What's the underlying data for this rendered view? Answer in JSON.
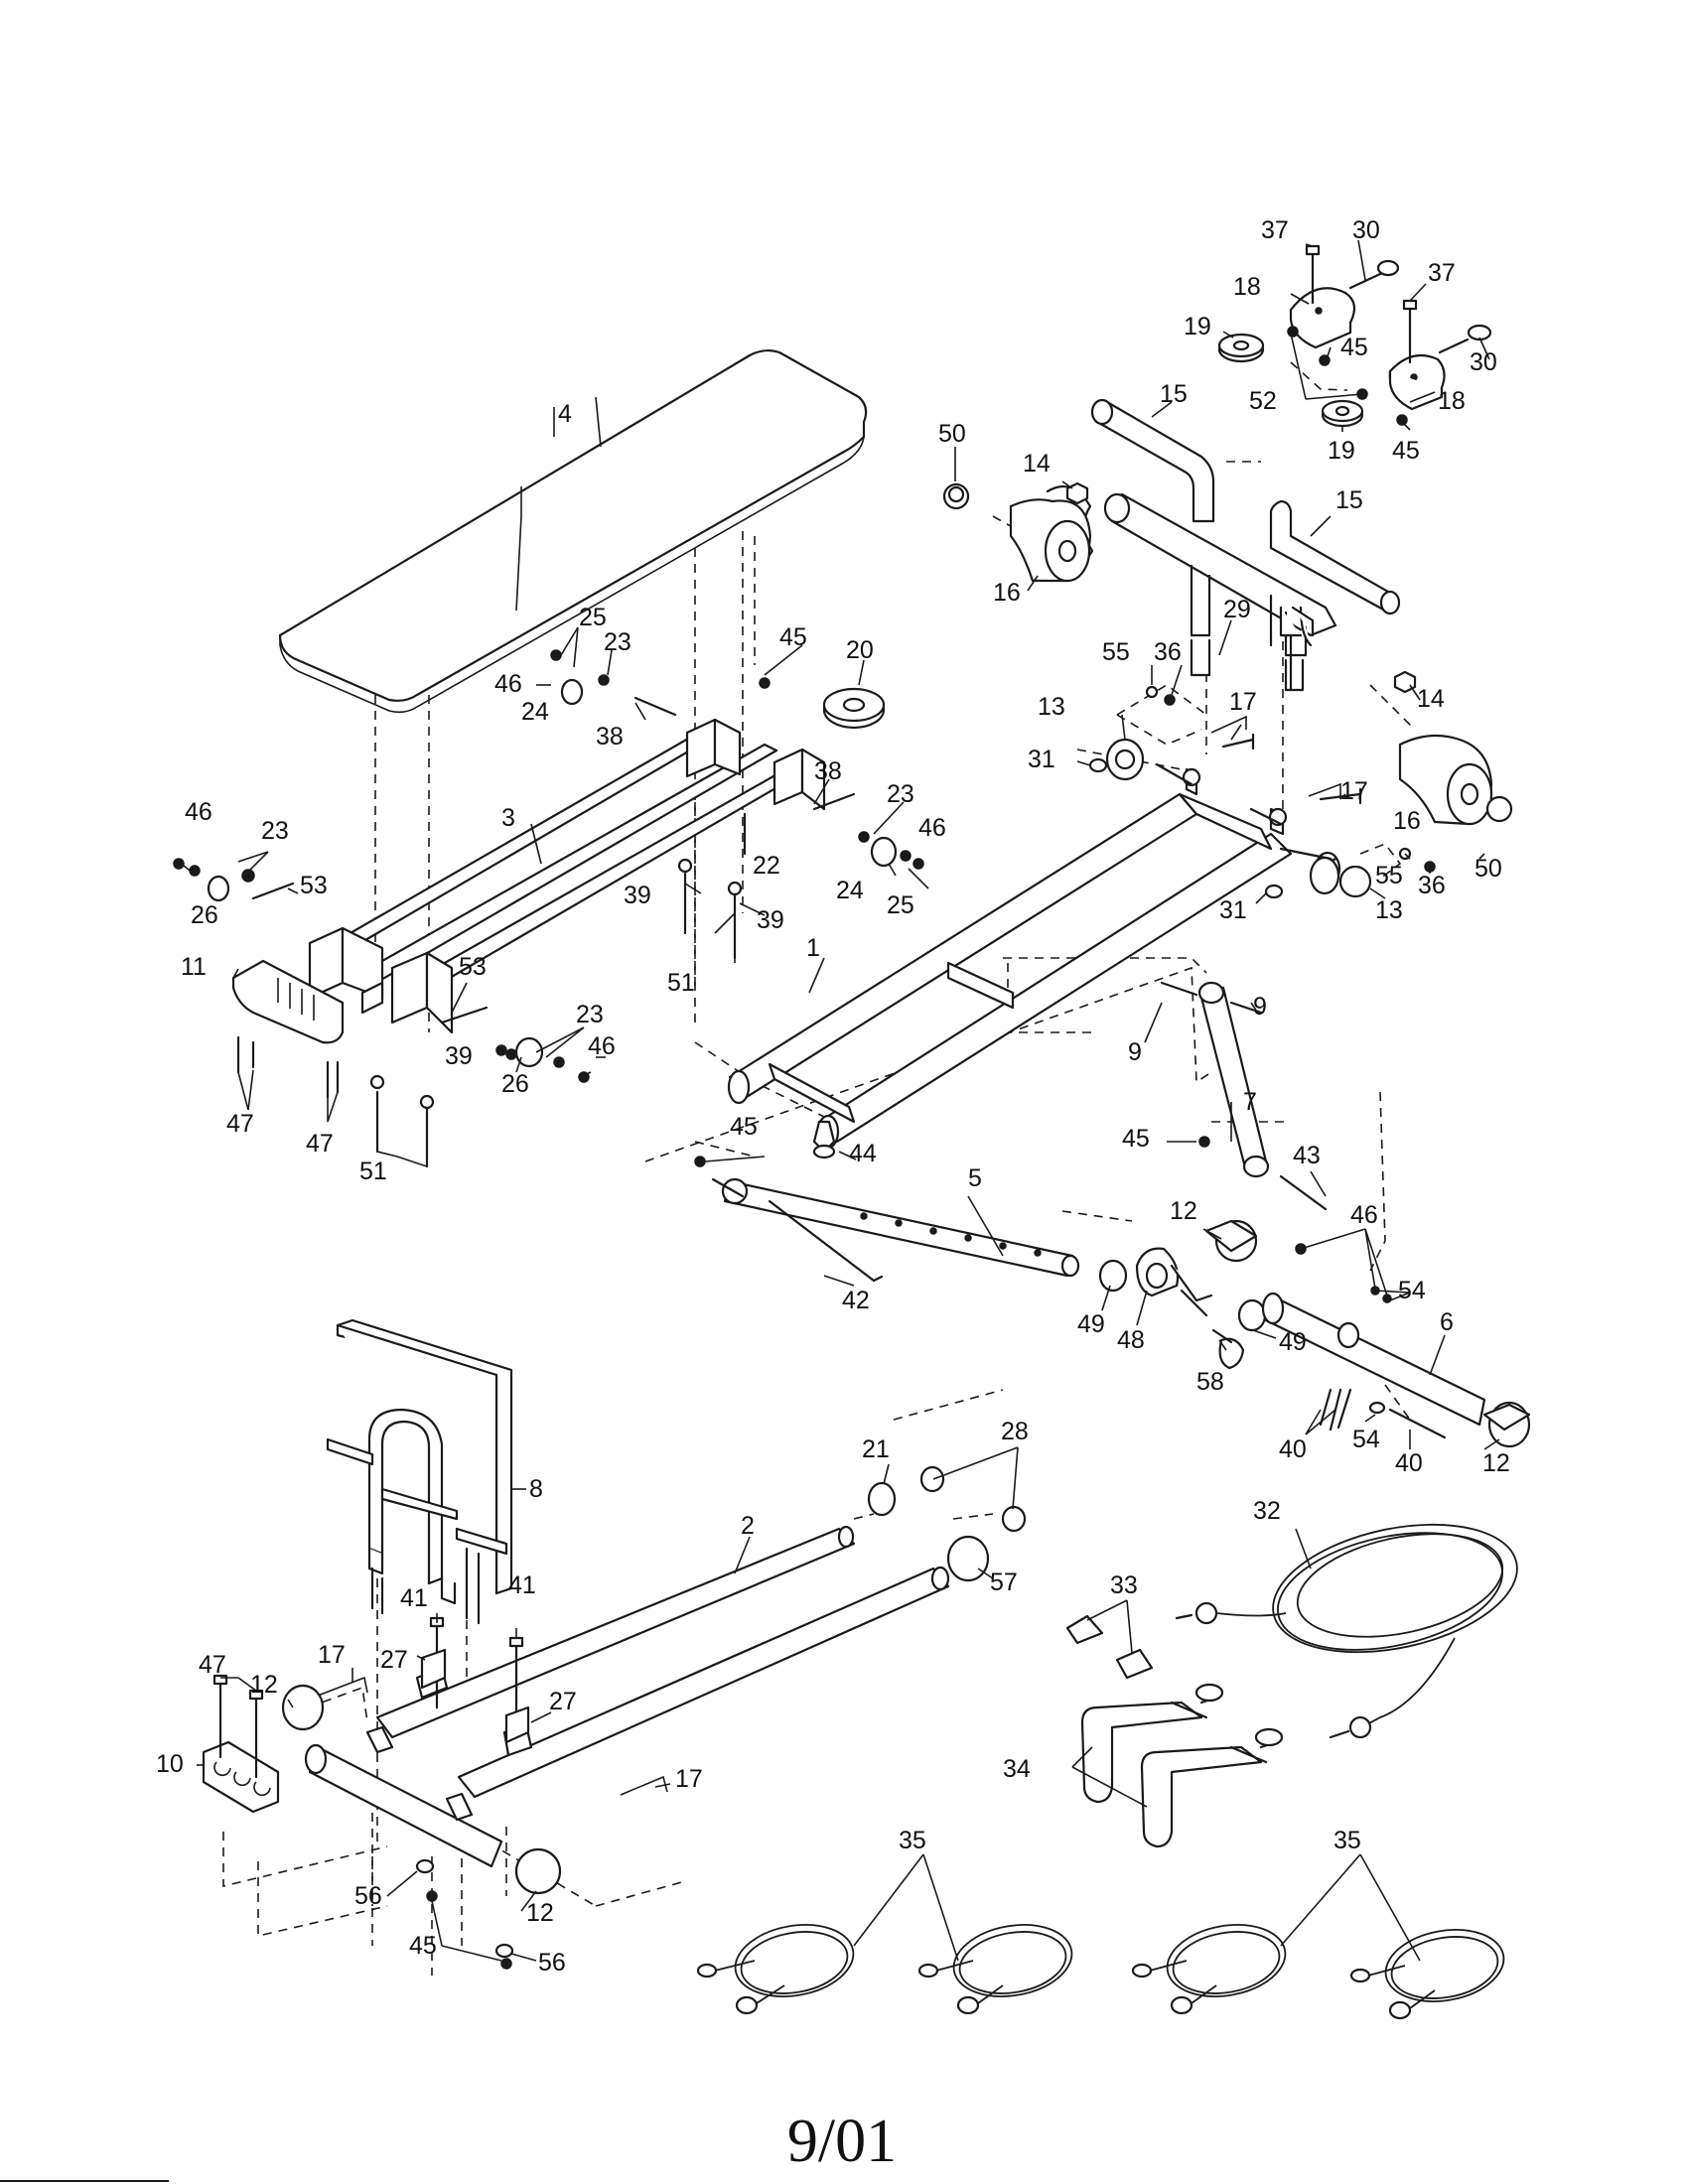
{
  "footer": {
    "date_code": "9/01"
  },
  "callouts": [
    {
      "id": "c4",
      "label": "4"
    },
    {
      "id": "c25",
      "label": "25"
    },
    {
      "id": "c46a",
      "label": "46"
    },
    {
      "id": "c23a",
      "label": "23"
    },
    {
      "id": "c24a",
      "label": "24"
    },
    {
      "id": "c38a",
      "label": "38"
    },
    {
      "id": "c45a",
      "label": "45"
    },
    {
      "id": "c20",
      "label": "20"
    },
    {
      "id": "c3",
      "label": "3"
    },
    {
      "id": "c38b",
      "label": "38"
    },
    {
      "id": "c23b",
      "label": "23"
    },
    {
      "id": "c46b",
      "label": "46"
    },
    {
      "id": "c22",
      "label": "22"
    },
    {
      "id": "c24b",
      "label": "24"
    },
    {
      "id": "c25b",
      "label": "25"
    },
    {
      "id": "c46c",
      "label": "46"
    },
    {
      "id": "c23c",
      "label": "23"
    },
    {
      "id": "c26a",
      "label": "26"
    },
    {
      "id": "c53a",
      "label": "53"
    },
    {
      "id": "c11",
      "label": "11"
    },
    {
      "id": "c39a",
      "label": "39"
    },
    {
      "id": "c39b",
      "label": "39"
    },
    {
      "id": "c51a",
      "label": "51"
    },
    {
      "id": "c53b",
      "label": "53"
    },
    {
      "id": "c23d",
      "label": "23"
    },
    {
      "id": "c46d",
      "label": "46"
    },
    {
      "id": "c39c",
      "label": "39"
    },
    {
      "id": "c26b",
      "label": "26"
    },
    {
      "id": "c47a",
      "label": "47"
    },
    {
      "id": "c47b",
      "label": "47"
    },
    {
      "id": "c51b",
      "label": "51"
    },
    {
      "id": "c37a",
      "label": "37"
    },
    {
      "id": "c30a",
      "label": "30"
    },
    {
      "id": "c18a",
      "label": "18"
    },
    {
      "id": "c37b",
      "label": "37"
    },
    {
      "id": "c19a",
      "label": "19"
    },
    {
      "id": "c45b",
      "label": "45"
    },
    {
      "id": "c30b",
      "label": "30"
    },
    {
      "id": "c52",
      "label": "52"
    },
    {
      "id": "c18b",
      "label": "18"
    },
    {
      "id": "c19b",
      "label": "19"
    },
    {
      "id": "c45c",
      "label": "45"
    },
    {
      "id": "c15a",
      "label": "15"
    },
    {
      "id": "c50a",
      "label": "50"
    },
    {
      "id": "c14a",
      "label": "14"
    },
    {
      "id": "c15b",
      "label": "15"
    },
    {
      "id": "c16a",
      "label": "16"
    },
    {
      "id": "c29",
      "label": "29"
    },
    {
      "id": "c55a",
      "label": "55"
    },
    {
      "id": "c36a",
      "label": "36"
    },
    {
      "id": "c14b",
      "label": "14"
    },
    {
      "id": "c13a",
      "label": "13"
    },
    {
      "id": "c17a",
      "label": "17"
    },
    {
      "id": "c31a",
      "label": "31"
    },
    {
      "id": "c17b",
      "label": "17"
    },
    {
      "id": "c16b",
      "label": "16"
    },
    {
      "id": "c55b",
      "label": "55"
    },
    {
      "id": "c36b",
      "label": "36"
    },
    {
      "id": "c50b",
      "label": "50"
    },
    {
      "id": "c31b",
      "label": "31"
    },
    {
      "id": "c13b",
      "label": "13"
    },
    {
      "id": "c1",
      "label": "1"
    },
    {
      "id": "c9a",
      "label": "9"
    },
    {
      "id": "c9b",
      "label": "9"
    },
    {
      "id": "c7",
      "label": "7"
    },
    {
      "id": "c45d",
      "label": "45"
    },
    {
      "id": "c45e",
      "label": "45"
    },
    {
      "id": "c44",
      "label": "44"
    },
    {
      "id": "c5",
      "label": "5"
    },
    {
      "id": "c43",
      "label": "43"
    },
    {
      "id": "c12a",
      "label": "12"
    },
    {
      "id": "c46e",
      "label": "46"
    },
    {
      "id": "c54a",
      "label": "54"
    },
    {
      "id": "c42",
      "label": "42"
    },
    {
      "id": "c49a",
      "label": "49"
    },
    {
      "id": "c48",
      "label": "48"
    },
    {
      "id": "c49b",
      "label": "49"
    },
    {
      "id": "c58",
      "label": "58"
    },
    {
      "id": "c6",
      "label": "6"
    },
    {
      "id": "c40a",
      "label": "40"
    },
    {
      "id": "c54b",
      "label": "54"
    },
    {
      "id": "c40b",
      "label": "40"
    },
    {
      "id": "c12b",
      "label": "12"
    },
    {
      "id": "c8",
      "label": "8"
    },
    {
      "id": "c21",
      "label": "21"
    },
    {
      "id": "c28",
      "label": "28"
    },
    {
      "id": "c2",
      "label": "2"
    },
    {
      "id": "c57",
      "label": "57"
    },
    {
      "id": "c32",
      "label": "32"
    },
    {
      "id": "c33",
      "label": "33"
    },
    {
      "id": "c41a",
      "label": "41"
    },
    {
      "id": "c41b",
      "label": "41"
    },
    {
      "id": "c47c",
      "label": "47"
    },
    {
      "id": "c17c",
      "label": "17"
    },
    {
      "id": "c12c",
      "label": "12"
    },
    {
      "id": "c27a",
      "label": "27"
    },
    {
      "id": "c27b",
      "label": "27"
    },
    {
      "id": "c10",
      "label": "10"
    },
    {
      "id": "c17d",
      "label": "17"
    },
    {
      "id": "c34",
      "label": "34"
    },
    {
      "id": "c35a",
      "label": "35"
    },
    {
      "id": "c35b",
      "label": "35"
    },
    {
      "id": "c56a",
      "label": "56"
    },
    {
      "id": "c12d",
      "label": "12"
    },
    {
      "id": "c45f",
      "label": "45"
    },
    {
      "id": "c56b",
      "label": "56"
    }
  ]
}
